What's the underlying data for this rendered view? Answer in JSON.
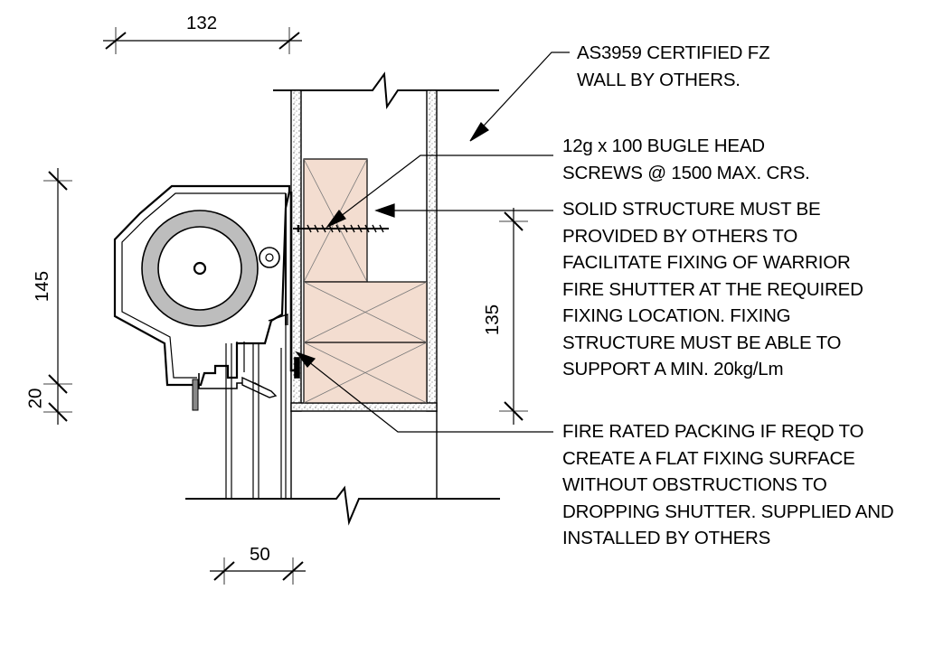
{
  "notes": {
    "fz_wall": "AS3959 CERTIFIED FZ\nWALL BY OTHERS.",
    "screws": "12g x 100 BUGLE HEAD\nSCREWS @ 1500 MAX. CRS.",
    "solid_structure": "SOLID STRUCTURE MUST BE\nPROVIDED BY OTHERS TO\nFACILITATE FIXING OF WARRIOR\nFIRE SHUTTER AT THE REQUIRED\nFIXING LOCATION. FIXING\nSTRUCTURE MUST BE ABLE TO\nSUPPORT A MIN. 20kg/Lm",
    "packing": "FIRE RATED PACKING IF REQD TO\nCREATE A FLAT FIXING SURFACE\nWITHOUT OBSTRUCTIONS TO\nDROPPING SHUTTER. SUPPLIED AND\nINSTALLED BY OTHERS"
  },
  "dimensions": {
    "top_width": "132",
    "box_height": "145",
    "bottom_gap": "20",
    "fixing_height": "135",
    "bottom_width": "50"
  },
  "colors": {
    "line": "#000000",
    "timber": "#f3ddd0",
    "drum": "#b9b9b9",
    "render": "#9a9a9a"
  }
}
